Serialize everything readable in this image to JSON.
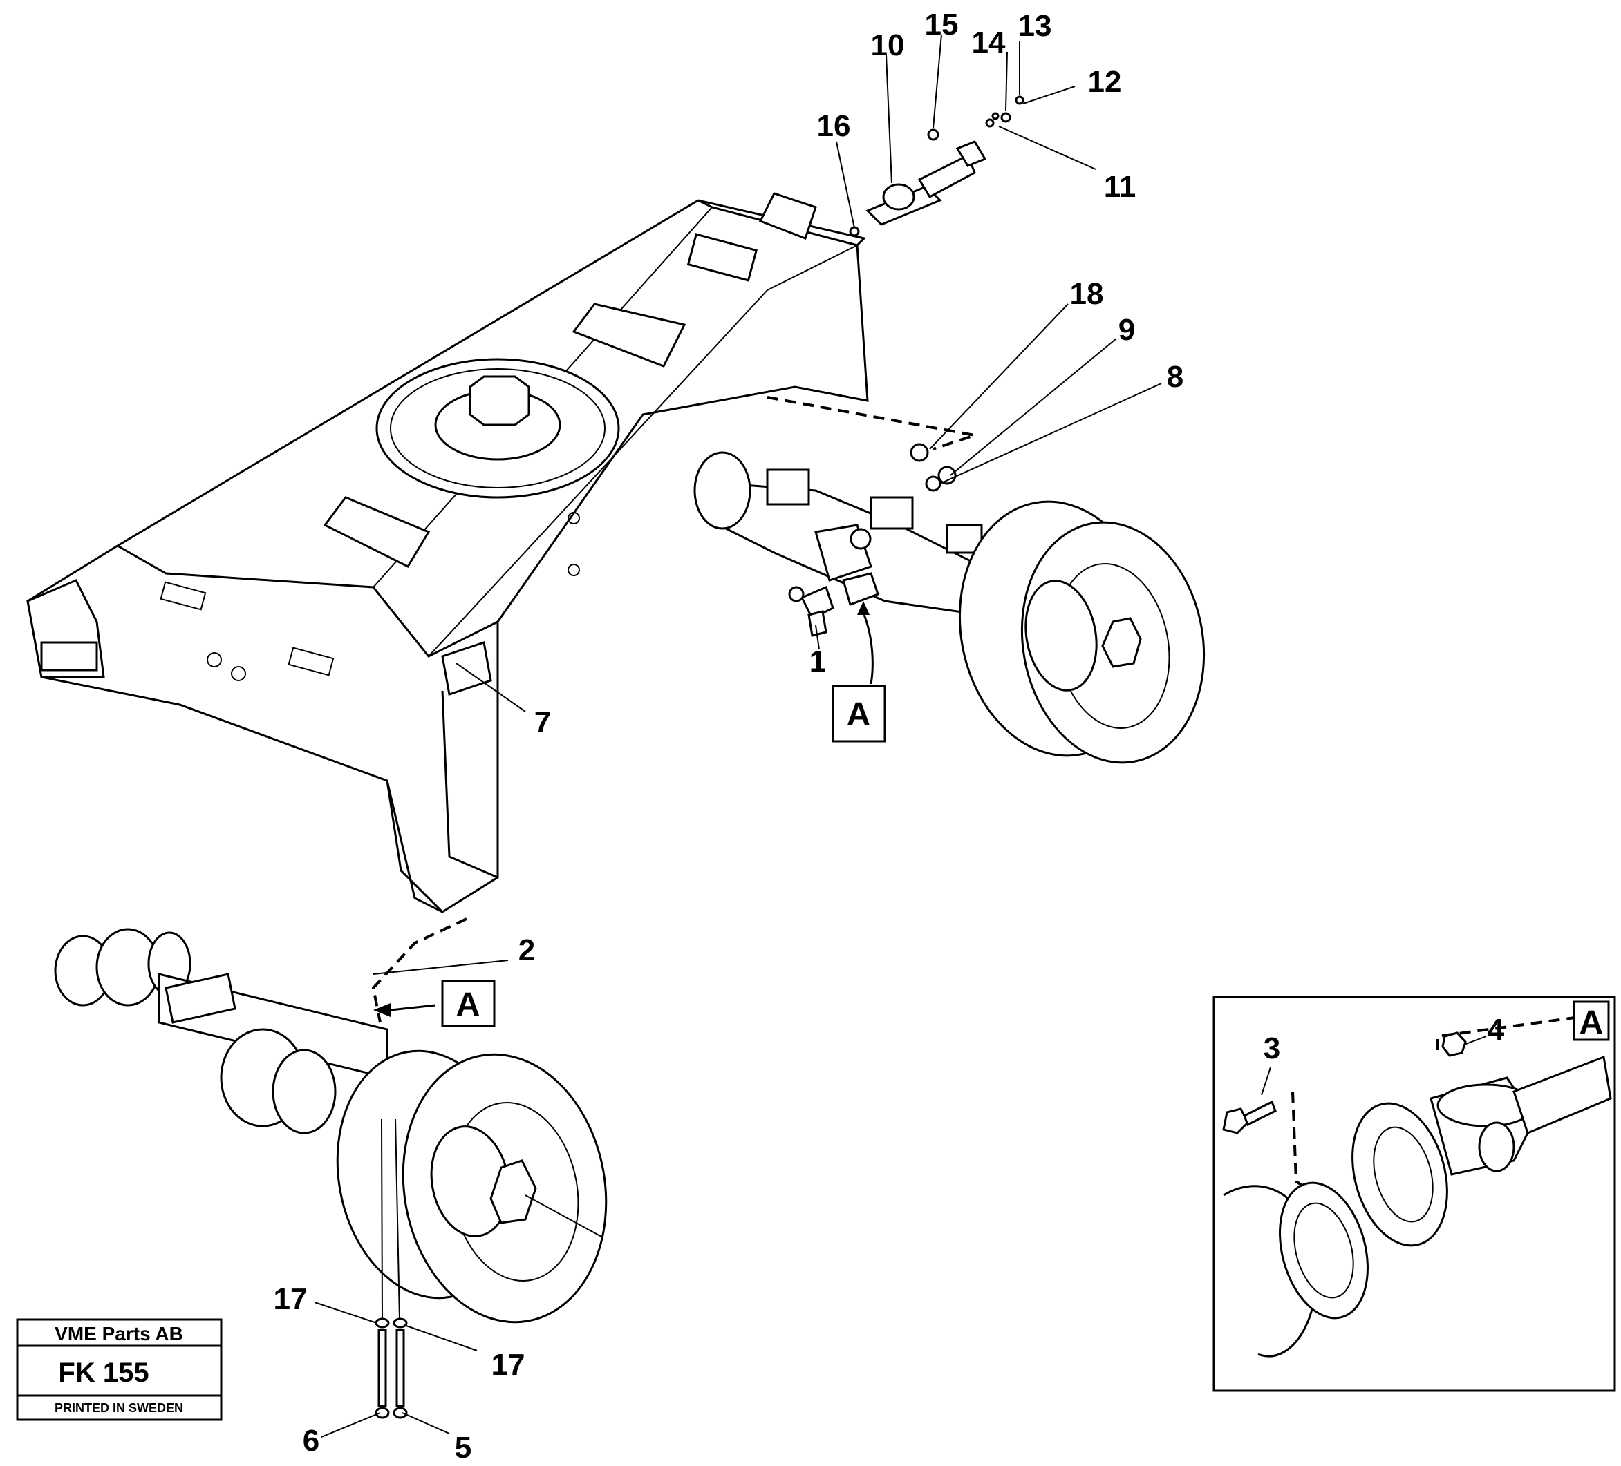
{
  "callouts": {
    "c1": "1",
    "c2": "2",
    "c3": "3",
    "c4": "4",
    "c5": "5",
    "c6": "6",
    "c7": "7",
    "c8": "8",
    "c9": "9",
    "c10": "10",
    "c11": "11",
    "c12": "12",
    "c13": "13",
    "c14": "14",
    "c15": "15",
    "c16": "16",
    "c17a": "17",
    "c17b": "17",
    "c18": "18"
  },
  "detail_refs": {
    "ref_main": "A",
    "ref_rear": "A",
    "ref_inset": "A"
  },
  "stamp": {
    "company": "VME Parts AB",
    "code": "FK 155",
    "printed": "PRINTED IN SWEDEN"
  }
}
